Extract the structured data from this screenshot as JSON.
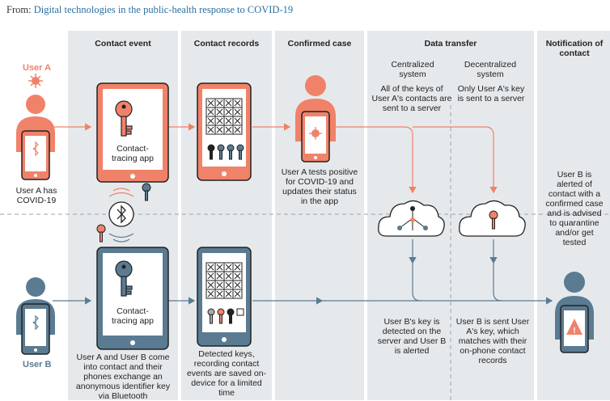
{
  "source": {
    "from_label": "From:",
    "title": "Digital technologies in the public-health response to COVID-19"
  },
  "colors": {
    "salmon": "#f0826a",
    "steel": "#5a7b92",
    "panel": "#e6e9ec",
    "dark": "#222222"
  },
  "headers": {
    "contact_event": "Contact event",
    "contact_records": "Contact records",
    "confirmed_case": "Confirmed case",
    "data_transfer": "Data transfer",
    "notification": "Notification of contact"
  },
  "users": {
    "a": "User A",
    "b": "User B"
  },
  "labels": {
    "user_a_covid": "User A has COVID-19",
    "app_top": "Contact-tracing app",
    "app_bottom": "Contact-tracing app",
    "contact_event_desc": "User A and User B come into contact and their phones exchange an anonymous identifier key via Bluetooth",
    "records_desc": "Detected keys, recording contact events are saved on-device for a limited time",
    "confirmed_desc": "User A tests positive for COVID-19 and updates their status in the app",
    "central_title": "Centralized system",
    "central_desc": "All of the keys of User A's contacts are sent to a server",
    "decentral_title": "Decentralized system",
    "decentral_desc": "Only User A's key is sent to a server",
    "central_result": "User B's key is detected on the server and User B is alerted",
    "decentral_result": "User B is sent User A's key, which matches with their on-phone contact records",
    "notification_desc": "User B is alerted of contact with a confirmed case and is advised to quarantine and/or get tested"
  },
  "icons": [
    "virus-icon",
    "bluetooth-icon",
    "key-icon",
    "cloud-icon",
    "warning-icon",
    "calendar-grid-icon"
  ]
}
